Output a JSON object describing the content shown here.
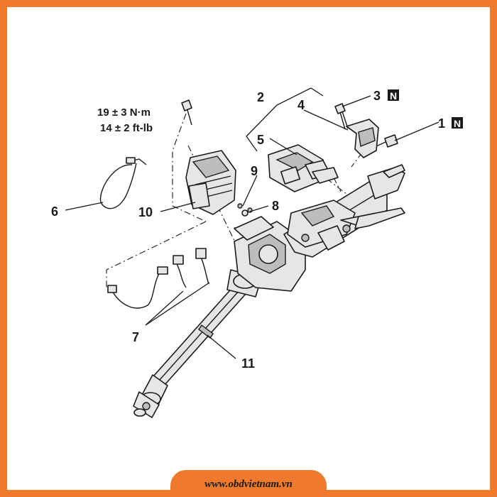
{
  "colors": {
    "frame": "#ef7a2e",
    "background": "#ffffff",
    "ink": "#1a1a1a",
    "part_fill": "#e6e6e6",
    "part_shade": "#bdbdbd"
  },
  "footer": {
    "text": "www.obdvietnam.vn"
  },
  "torque": {
    "metric": "19 ± 3 N·m",
    "imperial": "14 ± 2 ft-lb"
  },
  "callouts": {
    "c1": "1",
    "c2": "2",
    "c3": "3",
    "c4": "4",
    "c5": "5",
    "c6": "6",
    "c7": "7",
    "c8": "8",
    "c9": "9",
    "c10": "10",
    "c11": "11"
  },
  "badges": {
    "b1": "N",
    "b3": "N"
  }
}
